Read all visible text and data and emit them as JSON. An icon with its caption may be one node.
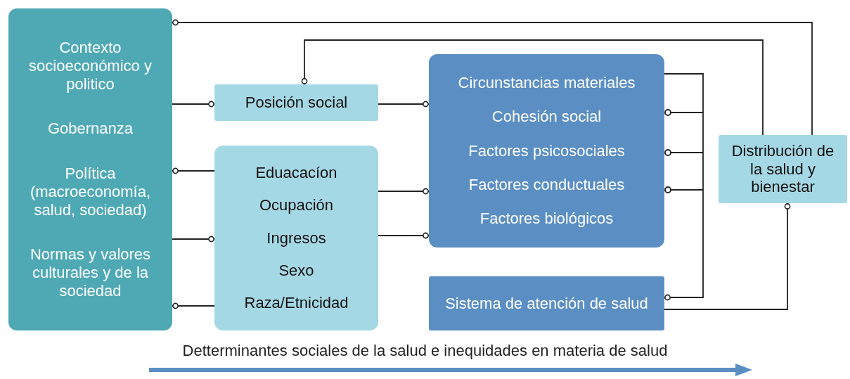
{
  "diagram": {
    "caption": "Detterminantes sociales de la salud e inequidades en materia de salud",
    "nodes": [
      {
        "text": [
          "Contexto socioeconómico y politico",
          "Gobernanza",
          "Política (macroeconomía, salud, sociedad)",
          "Normas y valores culturales y de la sociedad"
        ]
      },
      {
        "text": [
          "Posición social"
        ]
      },
      {
        "text": [
          "Eduacacíon",
          "Ocupación",
          "Ingresos",
          "Sexo",
          "Raza/Etnicidad"
        ]
      },
      {
        "text": [
          "Circunstancias materiales",
          "Cohesión social",
          "Factores psicosociales",
          "Factores conductuales",
          "Factores biológicos"
        ]
      },
      {
        "text": [
          "Sistema de atención de salud"
        ]
      },
      {
        "text": [
          "Distribución de la salud y bienestar"
        ]
      }
    ],
    "edges": [
      {
        "from": 0,
        "to": 1,
        "arrow": "other"
      },
      {
        "from": 1,
        "to": 3,
        "arrow": "other"
      },
      {
        "from": 2,
        "to": 0,
        "arrow": "other"
      },
      {
        "from": 0,
        "to": 2,
        "arrow": "other"
      },
      {
        "from": 2,
        "to": 0,
        "arrow": "other"
      },
      {
        "from": 2,
        "to": 3,
        "arrow": "other"
      },
      {
        "from": 2,
        "to": 3,
        "arrow": "other"
      },
      {
        "from": 3,
        "to": 4,
        "arrow": "other"
      },
      {
        "from": 4,
        "to": 5,
        "arrow": "other"
      },
      {
        "from": 5,
        "to": 0,
        "arrow": "other"
      },
      {
        "from": 5,
        "to": 1,
        "arrow": "other"
      }
    ]
  }
}
